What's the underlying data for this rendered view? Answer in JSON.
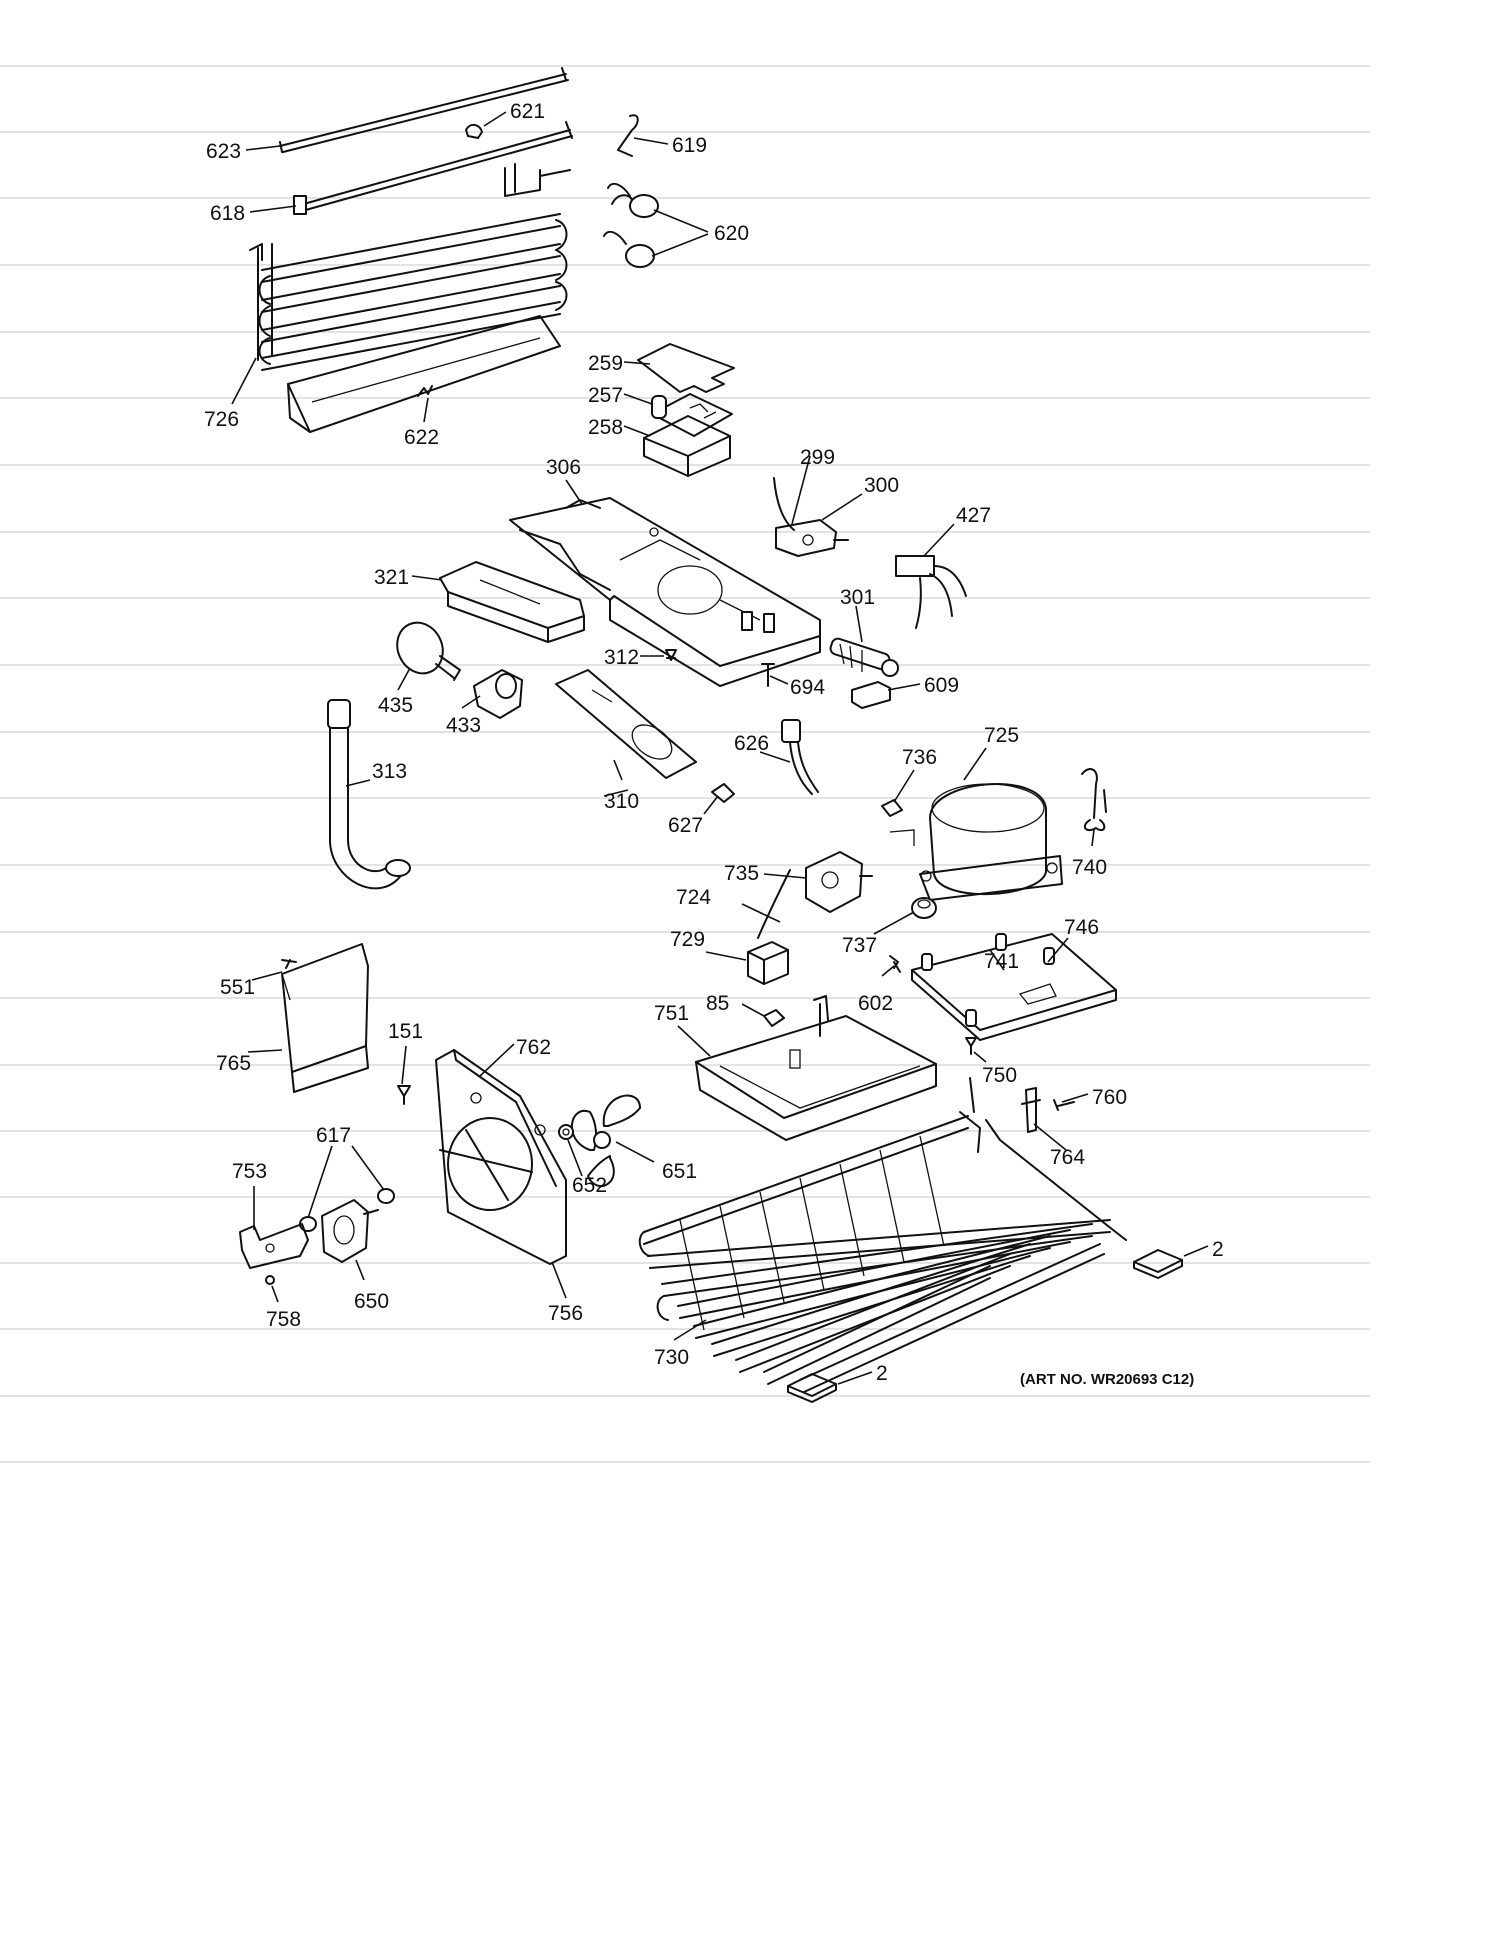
{
  "art_number": "(ART NO. WR20693 C12)",
  "callouts": {
    "c623": "623",
    "c621": "621",
    "c619": "619",
    "c618": "618",
    "c620": "620",
    "c726": "726",
    "c622": "622",
    "c259": "259",
    "c257": "257",
    "c258": "258",
    "c306": "306",
    "c299": "299",
    "c300": "300",
    "c427": "427",
    "c321": "321",
    "c301": "301",
    "c312": "312",
    "c694": "694",
    "c609": "609",
    "c435": "435",
    "c433": "433",
    "c313": "313",
    "c626": "626",
    "c310": "310",
    "c627": "627",
    "c736": "736",
    "c725": "725",
    "c740": "740",
    "c735": "735",
    "c724": "724",
    "c729": "729",
    "c737": "737",
    "c746": "746",
    "c741": "741",
    "c551": "551",
    "c85": "85",
    "c602": "602",
    "c751": "751",
    "c151": "151",
    "c762": "762",
    "c765": "765",
    "c750": "750",
    "c760": "760",
    "c764": "764",
    "c617": "617",
    "c753": "753",
    "c651": "651",
    "c652": "652",
    "c2a": "2",
    "c650": "650",
    "c758": "758",
    "c756": "756",
    "c730": "730",
    "c2b": "2"
  }
}
